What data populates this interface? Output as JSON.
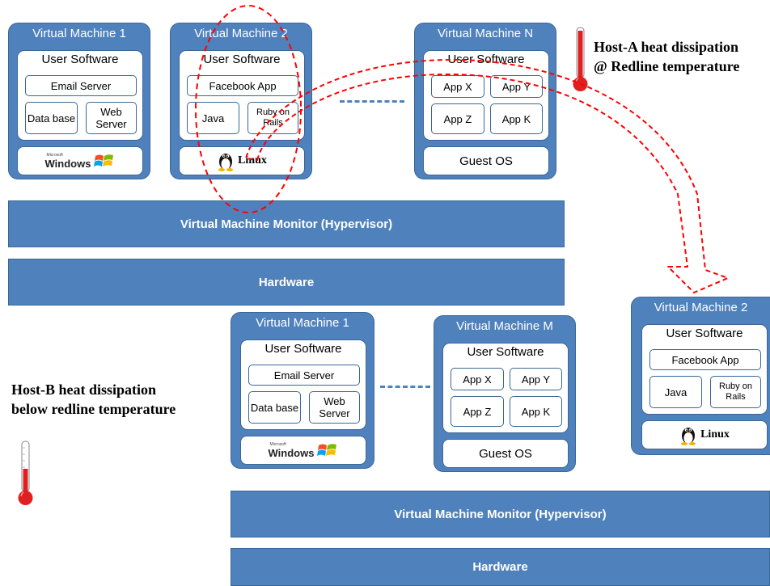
{
  "host_a": {
    "caption_line1": "Host-A heat dissipation",
    "caption_line2": "@ Redline temperature",
    "vms": [
      {
        "title": "Virtual Machine 1",
        "user_software": "User Software",
        "email": "Email Server",
        "db": "Data base",
        "web": "Web Server",
        "os": "Windows",
        "os_brand": "Microsoft"
      },
      {
        "title": "Virtual Machine 2",
        "user_software": "User Software",
        "app": "Facebook App",
        "java": "Java",
        "ruby": "Ruby on Rails",
        "os": "Linux"
      },
      {
        "title": "Virtual Machine N",
        "user_software": "User Software",
        "app_x": "App X",
        "app_y": "App Y",
        "app_z": "App Z",
        "app_k": "App K",
        "os": "Guest OS"
      }
    ],
    "hypervisor": "Virtual Machine Monitor (Hypervisor)",
    "hardware": "Hardware"
  },
  "host_b": {
    "caption_line1": "Host-B heat dissipation",
    "caption_line2": "below redline temperature",
    "vms": [
      {
        "title": "Virtual Machine 1",
        "user_software": "User Software",
        "email": "Email Server",
        "db": "Data base",
        "web": "Web Server",
        "os": "Windows",
        "os_brand": "Microsoft"
      },
      {
        "title": "Virtual Machine M",
        "user_software": "User Software",
        "app_x": "App X",
        "app_y": "App Y",
        "app_z": "App Z",
        "app_k": "App K",
        "os": "Guest OS"
      }
    ],
    "hypervisor": "Virtual Machine Monitor (Hypervisor)",
    "hardware": "Hardware"
  },
  "migrated_vm": {
    "title": "Virtual Machine 2",
    "user_software": "User Software",
    "app": "Facebook App",
    "java": "Java",
    "ruby": "Ruby on Rails",
    "os": "Linux"
  },
  "colors": {
    "box_blue": "#4f81bd",
    "migration_red": "#ff0000",
    "thermo_red": "#e02020"
  },
  "icons": [
    "tux-penguin-icon",
    "windows-logo-icon",
    "thermometer-icon"
  ]
}
